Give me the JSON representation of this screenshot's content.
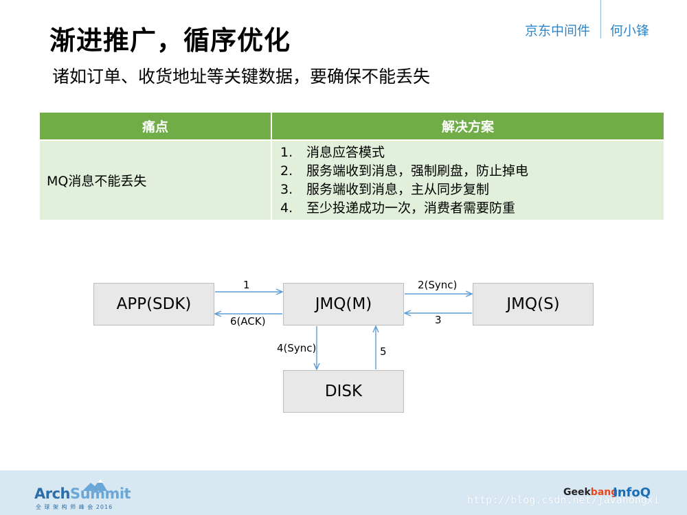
{
  "header": {
    "title": "渐进推广，循序优化",
    "subtitle": "诸如订单、收货地址等关键数据，要确保不能丢失",
    "brand": "京东中间件",
    "author": "何小锋"
  },
  "table": {
    "headers": [
      "痛点",
      "解决方案"
    ],
    "pain": "MQ消息不能丢失",
    "solutions": [
      {
        "num": "1.",
        "text": "消息应答模式"
      },
      {
        "num": "2.",
        "text": "服务端收到消息，强制刷盘，防止掉电"
      },
      {
        "num": "3.",
        "text": "服务端收到消息，主从同步复制"
      },
      {
        "num": "4.",
        "text": "至少投递成功一次，消费者需要防重"
      }
    ]
  },
  "diagram": {
    "nodes": {
      "app": "APP(SDK)",
      "jmqm": "JMQ(M)",
      "jmqs": "JMQ(S)",
      "disk": "DISK"
    },
    "edges": {
      "e1": "1",
      "e2": "2(Sync)",
      "e3": "3",
      "e4": "4(Sync)",
      "e5": "5",
      "e6": "6(ACK)"
    },
    "arrow_color": "#5b9bd5"
  },
  "footer": {
    "logo_arch": "Arch",
    "logo_summit": "Summit",
    "logo_sub": "全 球 架 构 师 峰 会 2016",
    "watermark": "http://blog.csdn.net/javahongxi",
    "geek_a": "Geek",
    "geek_b": "bang",
    "infoq": "InfoQ"
  },
  "colors": {
    "table_header": "#70ad47",
    "table_body": "#e2efda",
    "brand": "#2e86c8",
    "footer": "#d7e8f3"
  }
}
